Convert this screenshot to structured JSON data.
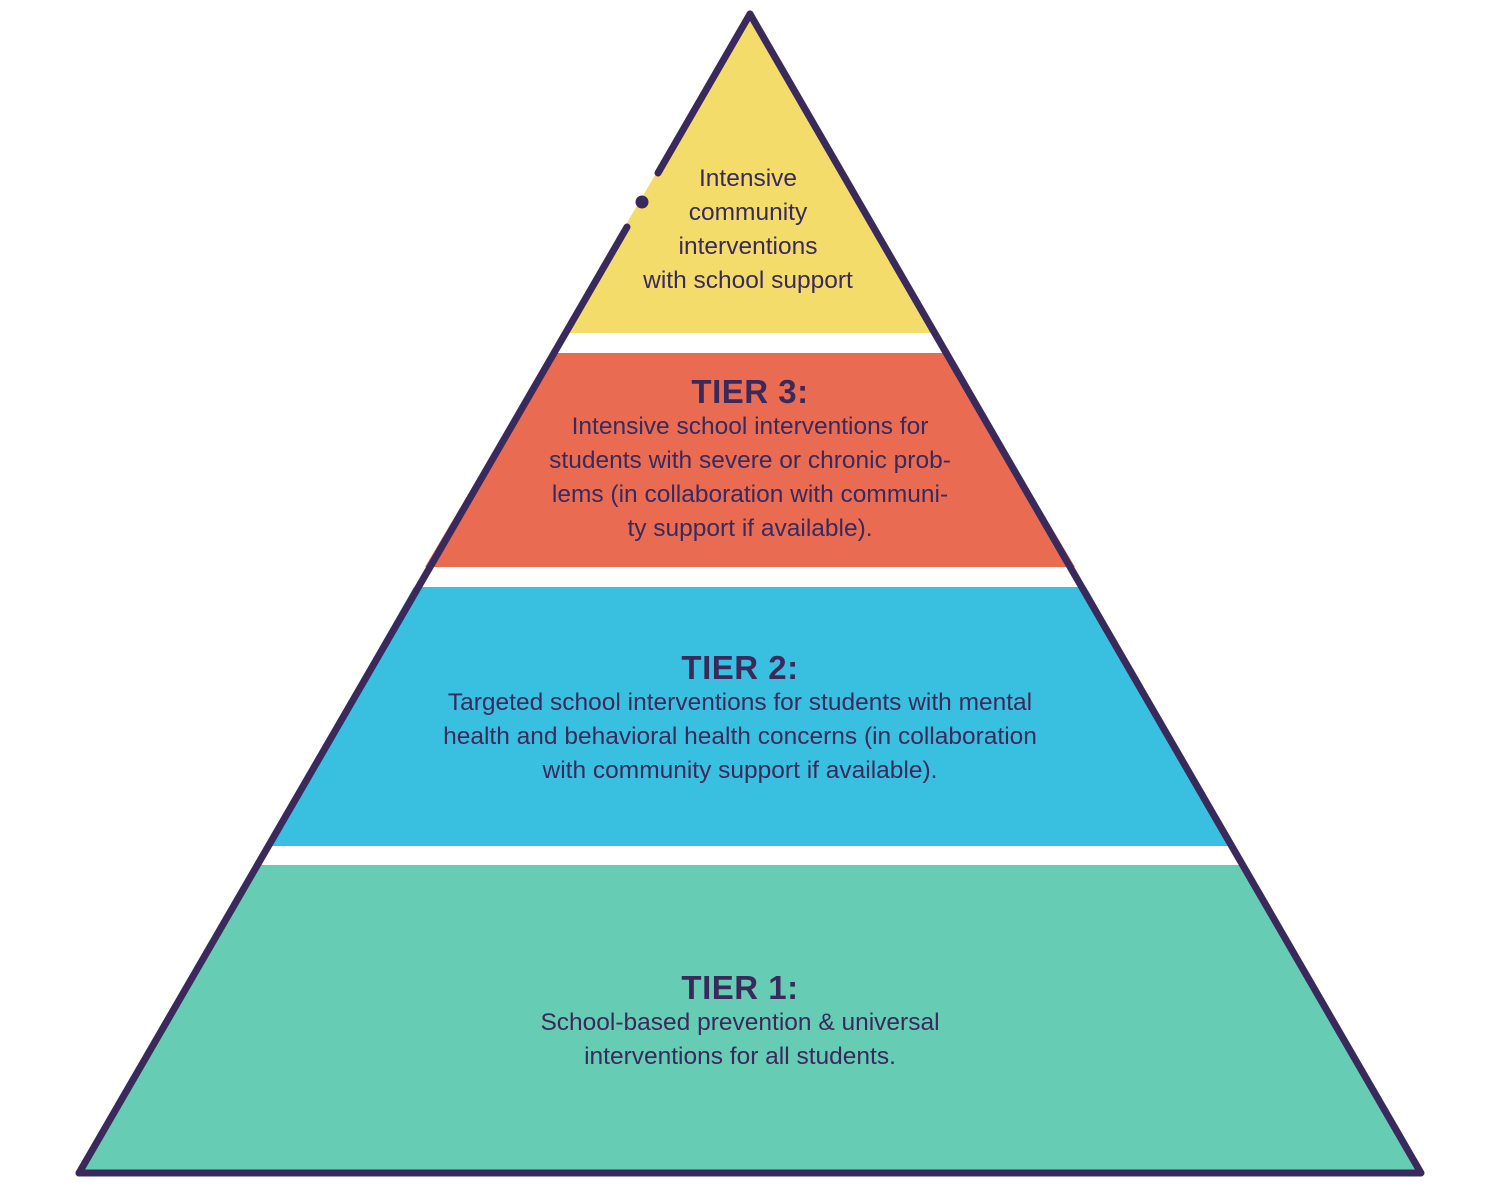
{
  "colors": {
    "outline": "#3a2a5c",
    "top": "#f4dc6b",
    "tier3": "#e96b52",
    "tier2": "#39c0e1",
    "tier1": "#67ccb4",
    "text": "#3a2a5c"
  },
  "top": {
    "lines": [
      "Intensive",
      "community",
      "interventions",
      "with school support"
    ]
  },
  "tier3": {
    "heading": "TIER 3:",
    "lines": [
      "Intensive school interventions for",
      "students with severe or chronic prob-",
      "lems (in collaboration with communi-",
      "ty support if available)."
    ]
  },
  "tier2": {
    "heading": "TIER 2:",
    "lines": [
      "Targeted school interventions for students with mental",
      "health and behavioral health concerns (in collaboration",
      "with community support if available)."
    ]
  },
  "tier1": {
    "heading": "TIER 1:",
    "lines": [
      "School-based prevention & universal",
      "interventions for all students."
    ]
  }
}
